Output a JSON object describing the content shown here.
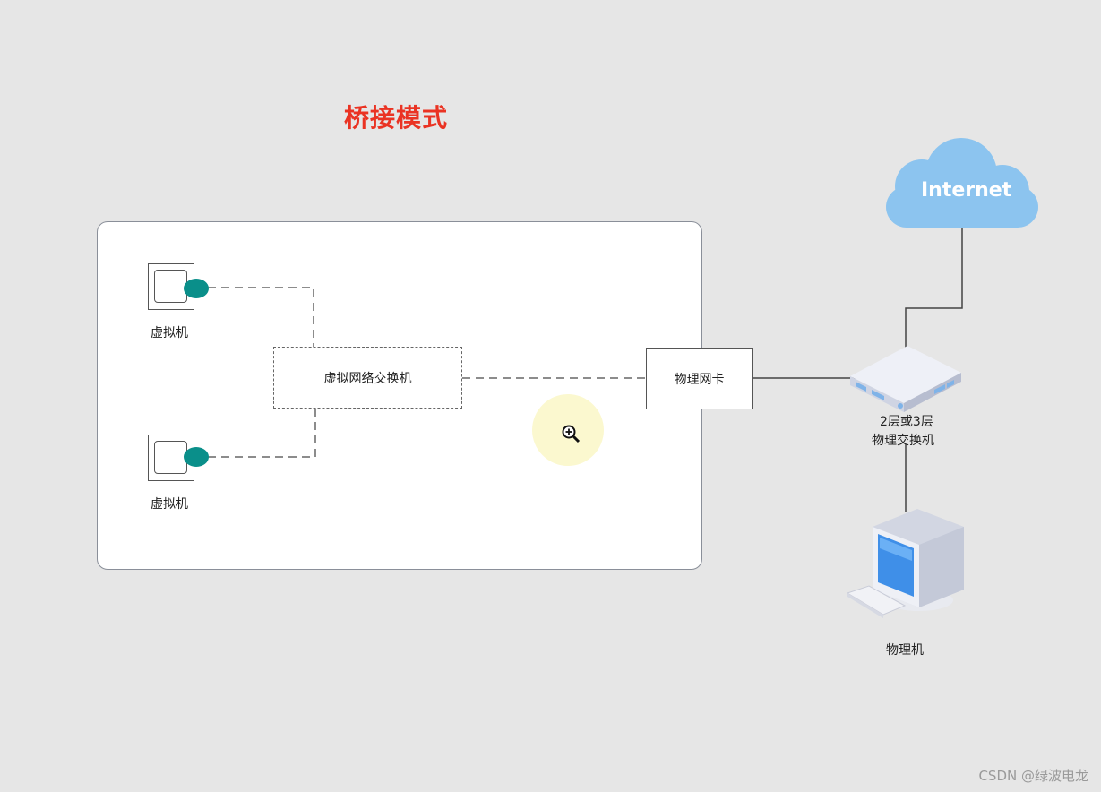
{
  "title": "桥接模式",
  "vm_top": {
    "label": "虚拟机"
  },
  "vm_bottom": {
    "label": "虚拟机"
  },
  "virtual_switch": {
    "label": "虚拟网络交换机"
  },
  "physical_nic": {
    "label": "物理网卡"
  },
  "internet": {
    "label": "Internet"
  },
  "physical_switch": {
    "label_line1": "2层或3层",
    "label_line2": "物理交换机"
  },
  "physical_machine": {
    "label": "物理机"
  },
  "watermark": "CSDN @绿波电龙",
  "colors": {
    "title": "#ea3323",
    "vm_nic": "#0a8f8a",
    "cloud": "#8cc4ef",
    "background": "#e6e6e6"
  }
}
